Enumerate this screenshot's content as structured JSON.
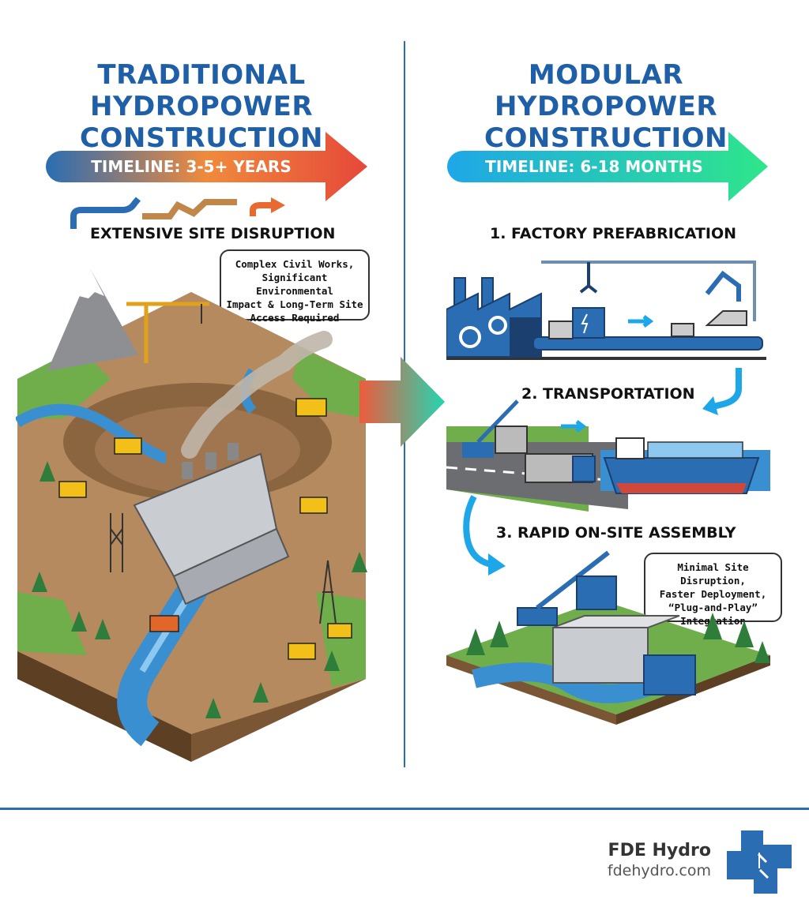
{
  "left": {
    "title_line1": "TRADITIONAL HYDROPOWER",
    "title_line2": "CONSTRUCTION",
    "timeline": "TIMELINE: 3-5+ YEARS",
    "subtitle": "EXTENSIVE SITE DISRUPTION",
    "callout": [
      "Complex Civil Works,",
      "Significant Environmental",
      "Impact & Long-Term Site",
      "Access Required"
    ]
  },
  "right": {
    "title_line1": "MODULAR HYDROPOWER",
    "title_line2": "CONSTRUCTION",
    "timeline": "TIMELINE: 6-18 MONTHS",
    "steps": [
      "1. FACTORY PREFABRICATION",
      "2. TRANSPORTATION",
      "3. RAPID ON-SITE ASSEMBLY"
    ],
    "callout": [
      "Minimal Site Disruption,",
      "Faster Deployment,",
      "“Plug-and-Play”",
      "Integration"
    ]
  },
  "footer": {
    "brand": "FDE Hydro",
    "url": "fdehydro.com"
  },
  "colors": {
    "title_blue": "#1f5fa8",
    "traditional_gradient": [
      "#2a6db3",
      "#f08a3c",
      "#e6483a"
    ],
    "modular_gradient": [
      "#1ea7e8",
      "#2ee68a"
    ],
    "logo_blue": "#2a6db3"
  }
}
